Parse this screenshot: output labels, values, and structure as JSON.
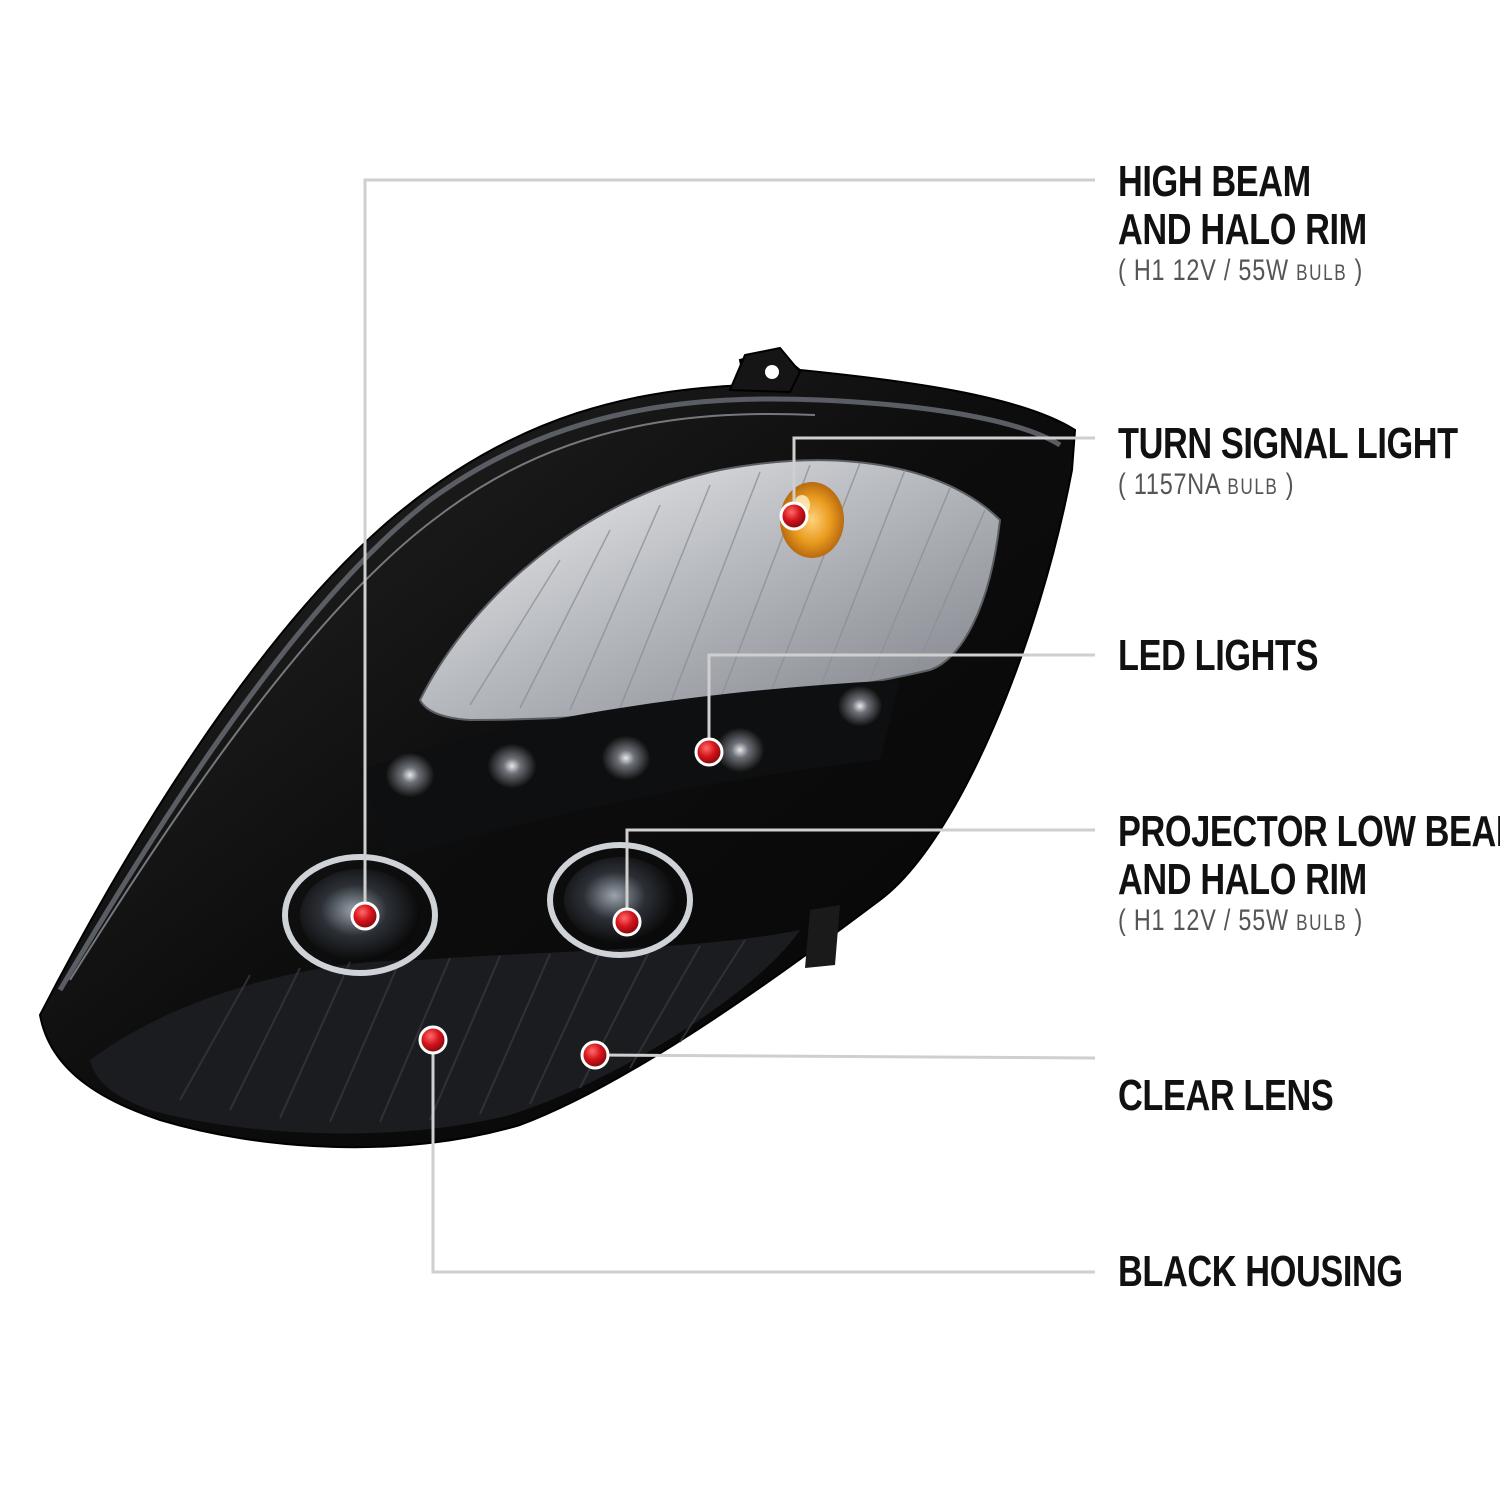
{
  "callouts": [
    {
      "title": [
        "HIGH BEAM",
        "AND HALO RIM"
      ],
      "spec": "H1  12V / 55W",
      "bulb": "BULB"
    },
    {
      "title": [
        "TURN SIGNAL LIGHT"
      ],
      "spec": "1157NA",
      "bulb": "BULB"
    },
    {
      "title": [
        "LED LIGHTS"
      ]
    },
    {
      "title": [
        "PROJECTOR LOW BEAM",
        "AND HALO RIM"
      ],
      "spec": "H1  12V / 55W",
      "bulb": "BULB"
    },
    {
      "title": [
        "CLEAR LENS"
      ]
    },
    {
      "title": [
        "BLACK HOUSING"
      ]
    }
  ],
  "colors": {
    "background": "#ffffff",
    "housing": "#0b0b0b",
    "lens_chrome": "#c9ccd0",
    "amber": "#e89a1e",
    "marker": "#d4141b",
    "leader_line": "#cfcfcf",
    "label_text": "#111111"
  }
}
